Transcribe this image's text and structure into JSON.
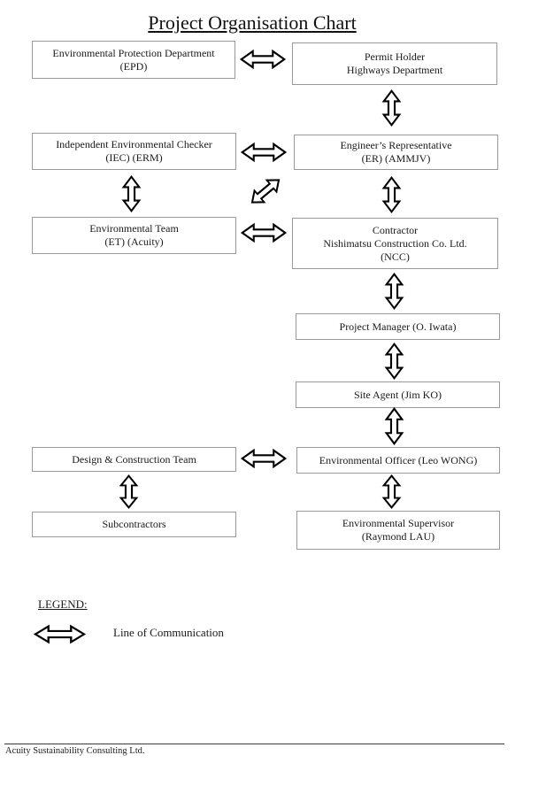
{
  "title": "Project Organisation Chart",
  "nodes": {
    "epd": {
      "lines": [
        "Environmental Protection Department",
        "(EPD)"
      ]
    },
    "permit_holder": {
      "lines": [
        "Permit Holder",
        "Highways Department"
      ]
    },
    "iec": {
      "lines": [
        "Independent Environmental Checker",
        "(IEC) (ERM)"
      ]
    },
    "er": {
      "lines": [
        "Engineer’s Representative",
        "(ER) (AMMJV)"
      ]
    },
    "et": {
      "lines": [
        "Environmental Team",
        "(ET) (Acuity)"
      ]
    },
    "contractor": {
      "lines": [
        "Contractor",
        "Nishimatsu Construction Co. Ltd.",
        "(NCC)"
      ]
    },
    "project_manager": {
      "lines": [
        "Project Manager (O. Iwata)"
      ]
    },
    "site_agent": {
      "lines": [
        "Site Agent (Jim KO)"
      ]
    },
    "design_construction_team": {
      "lines": [
        "Design & Construction Team"
      ]
    },
    "environmental_officer": {
      "lines": [
        "Environmental Officer (Leo WONG)"
      ]
    },
    "subcontractors": {
      "lines": [
        "Subcontractors"
      ]
    },
    "environmental_supervisor": {
      "lines": [
        "Environmental Supervisor",
        "(Raymond LAU)"
      ]
    }
  },
  "connections": [
    {
      "from": "epd",
      "to": "permit_holder",
      "type": "line-of-communication"
    },
    {
      "from": "permit_holder",
      "to": "er",
      "type": "line-of-communication"
    },
    {
      "from": "iec",
      "to": "er",
      "type": "line-of-communication"
    },
    {
      "from": "iec",
      "to": "et",
      "type": "line-of-communication"
    },
    {
      "from": "et",
      "to": "er",
      "type": "line-of-communication"
    },
    {
      "from": "er",
      "to": "contractor",
      "type": "line-of-communication"
    },
    {
      "from": "et",
      "to": "contractor",
      "type": "line-of-communication"
    },
    {
      "from": "contractor",
      "to": "project_manager",
      "type": "line-of-communication"
    },
    {
      "from": "project_manager",
      "to": "site_agent",
      "type": "line-of-communication"
    },
    {
      "from": "site_agent",
      "to": "environmental_officer",
      "type": "line-of-communication"
    },
    {
      "from": "design_construction_team",
      "to": "environmental_officer",
      "type": "line-of-communication"
    },
    {
      "from": "design_construction_team",
      "to": "subcontractors",
      "type": "line-of-communication"
    },
    {
      "from": "environmental_officer",
      "to": "environmental_supervisor",
      "type": "line-of-communication"
    }
  ],
  "legend": {
    "heading": "LEGEND:",
    "arrow_label": "Line of Communication"
  },
  "footer": {
    "company": "Acuity Sustainability Consulting Ltd."
  },
  "colors": {
    "background": "#ffffff",
    "box_border": "#9a9a9a",
    "text": "#1a1a1a",
    "arrow_outline": "#000000",
    "arrow_fill": "#ffffff"
  }
}
